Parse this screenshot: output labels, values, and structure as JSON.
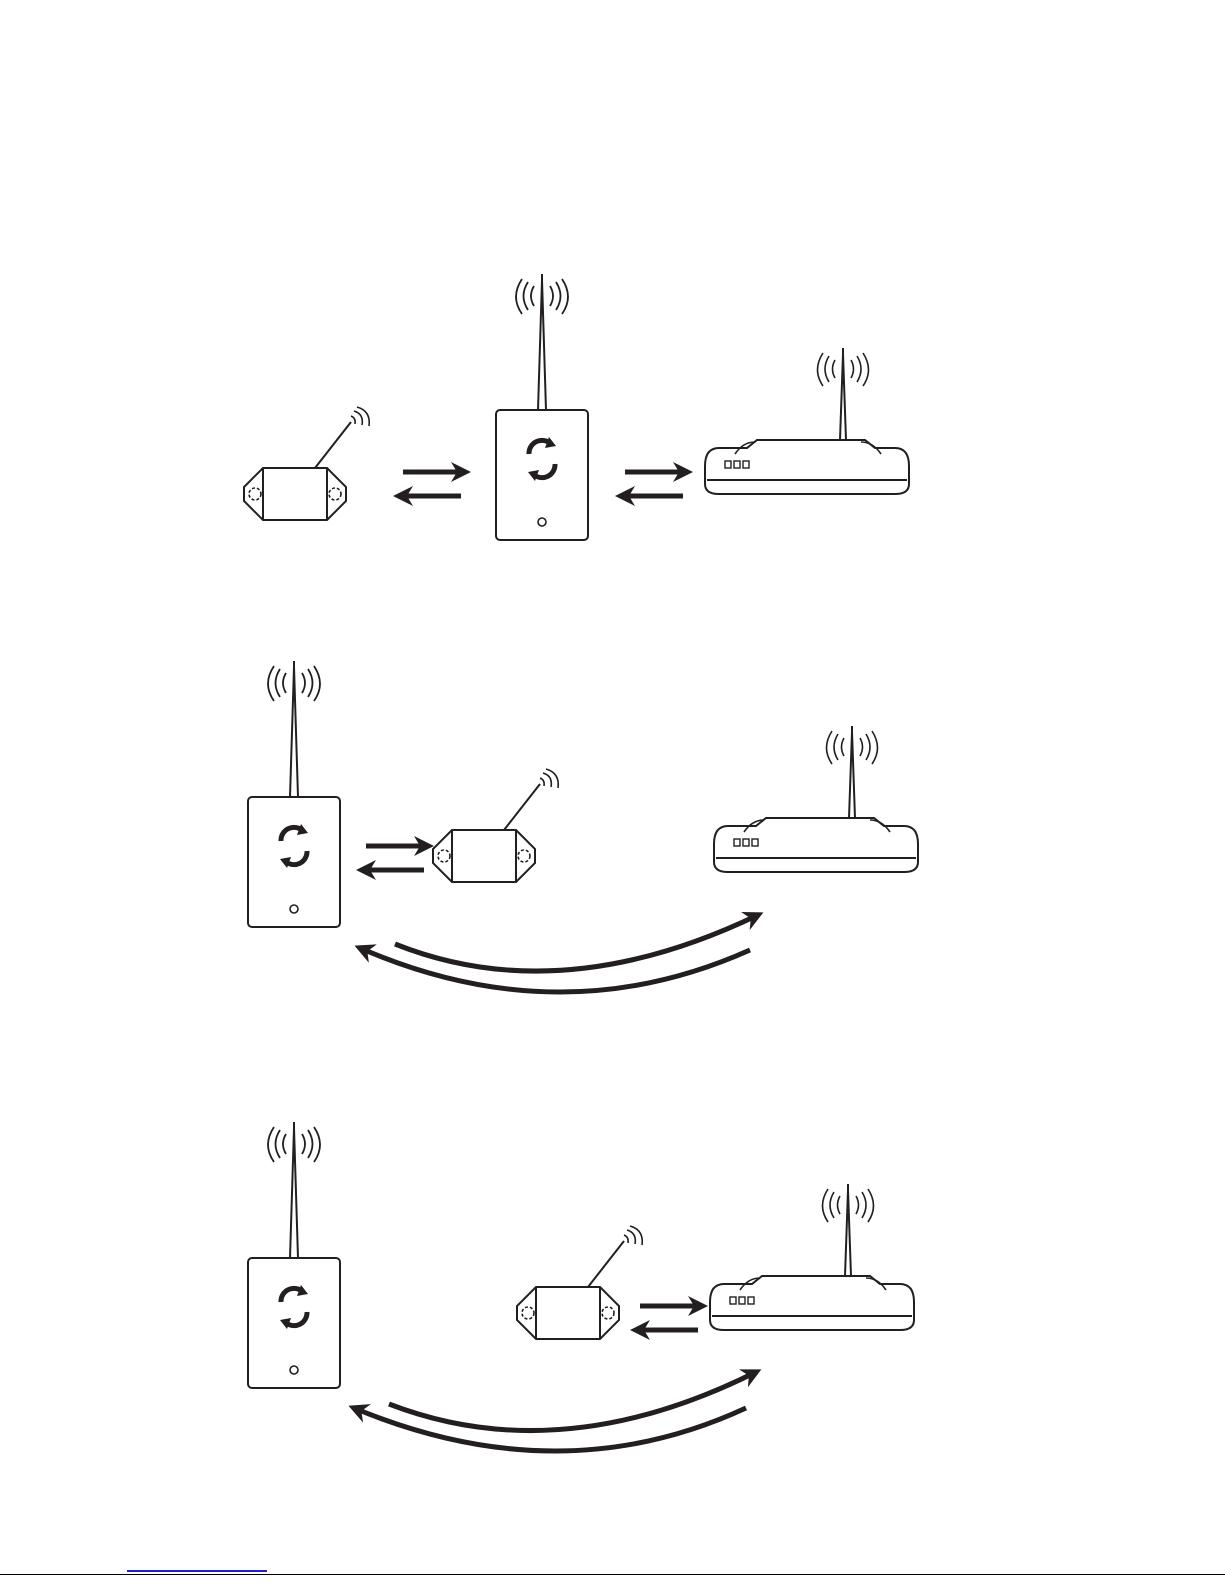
{
  "colors": {
    "ink": "#231f20",
    "paper": "#ffffff",
    "link": "#2020cc"
  },
  "icons": {
    "sensor": "wireless-sensor-icon",
    "repeater": "range-extender-icon",
    "router": "wifi-router-icon",
    "link": "bidirectional-arrows-icon",
    "arc": "bidirectional-arc-arrows-icon"
  },
  "panels": [
    {
      "id": "panel-1",
      "devices": [
        "sensor",
        "repeater",
        "router"
      ],
      "links": [
        [
          "sensor",
          "repeater"
        ],
        [
          "repeater",
          "router"
        ]
      ]
    },
    {
      "id": "panel-2",
      "devices": [
        "repeater",
        "sensor",
        "router"
      ],
      "links": [
        [
          "repeater",
          "sensor"
        ],
        [
          "repeater",
          "router"
        ]
      ]
    },
    {
      "id": "panel-3",
      "devices": [
        "repeater",
        "sensor",
        "router"
      ],
      "links": [
        [
          "sensor",
          "router"
        ],
        [
          "repeater",
          "router"
        ]
      ]
    }
  ]
}
